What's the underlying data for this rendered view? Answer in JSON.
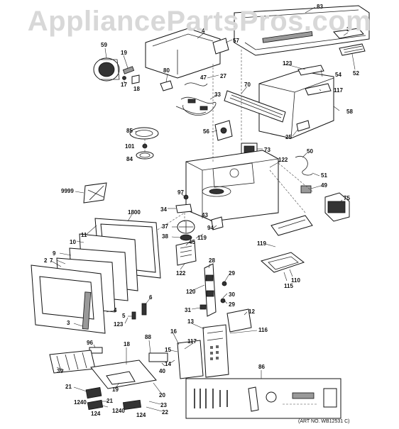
{
  "watermark": "AppliancePartsPros.com",
  "art_number": "(ART NO. WB12531 C)",
  "callouts": {
    "c83": "83",
    "c3a": "3",
    "c52": "52",
    "c57": "57",
    "c4a": "4",
    "c59": "59",
    "c19": "19",
    "c17": "17",
    "c18a": "18",
    "c80": "80",
    "c47": "47",
    "c27": "27",
    "c123a": "123",
    "c54": "54",
    "c70": "70",
    "c117a": "117",
    "c58": "58",
    "c33": "33",
    "c85": "85",
    "c101": "101",
    "c84": "84",
    "c56": "56",
    "c25": "25",
    "c73": "73",
    "c50": "50",
    "c122a": "122",
    "c51": "51",
    "c49": "49",
    "c75": "75",
    "c9999": "9999",
    "c97": "97",
    "c1800": "1800",
    "c34": "34",
    "c43": "43",
    "c94": "94",
    "c37": "37",
    "c38": "38",
    "c119a": "119",
    "c45": "45",
    "c11": "11",
    "c10": "10",
    "c9": "9",
    "c7": "7",
    "c2": "2",
    "c119b": "119",
    "c110": "110",
    "c115": "115",
    "c122b": "122",
    "c28": "28",
    "c29a": "29",
    "c120": "120",
    "c30": "30",
    "c29b": "29",
    "c31": "31",
    "c12": "12",
    "c6": "6",
    "c5": "5",
    "c4b": "4",
    "c123b": "123",
    "c3b": "3",
    "c13": "13",
    "c116": "116",
    "c88": "88",
    "c16": "16",
    "c96": "96",
    "c18b": "18",
    "c117b": "117",
    "c15": "15",
    "c14": "14",
    "c40": "40",
    "c39": "39",
    "c86": "86",
    "c19b": "19",
    "c21a": "21",
    "c20": "20",
    "c1240a": "1240",
    "c23": "23",
    "c22": "22",
    "c21b": "21",
    "c124a": "124",
    "c1240b": "1240",
    "c124b": "124"
  }
}
